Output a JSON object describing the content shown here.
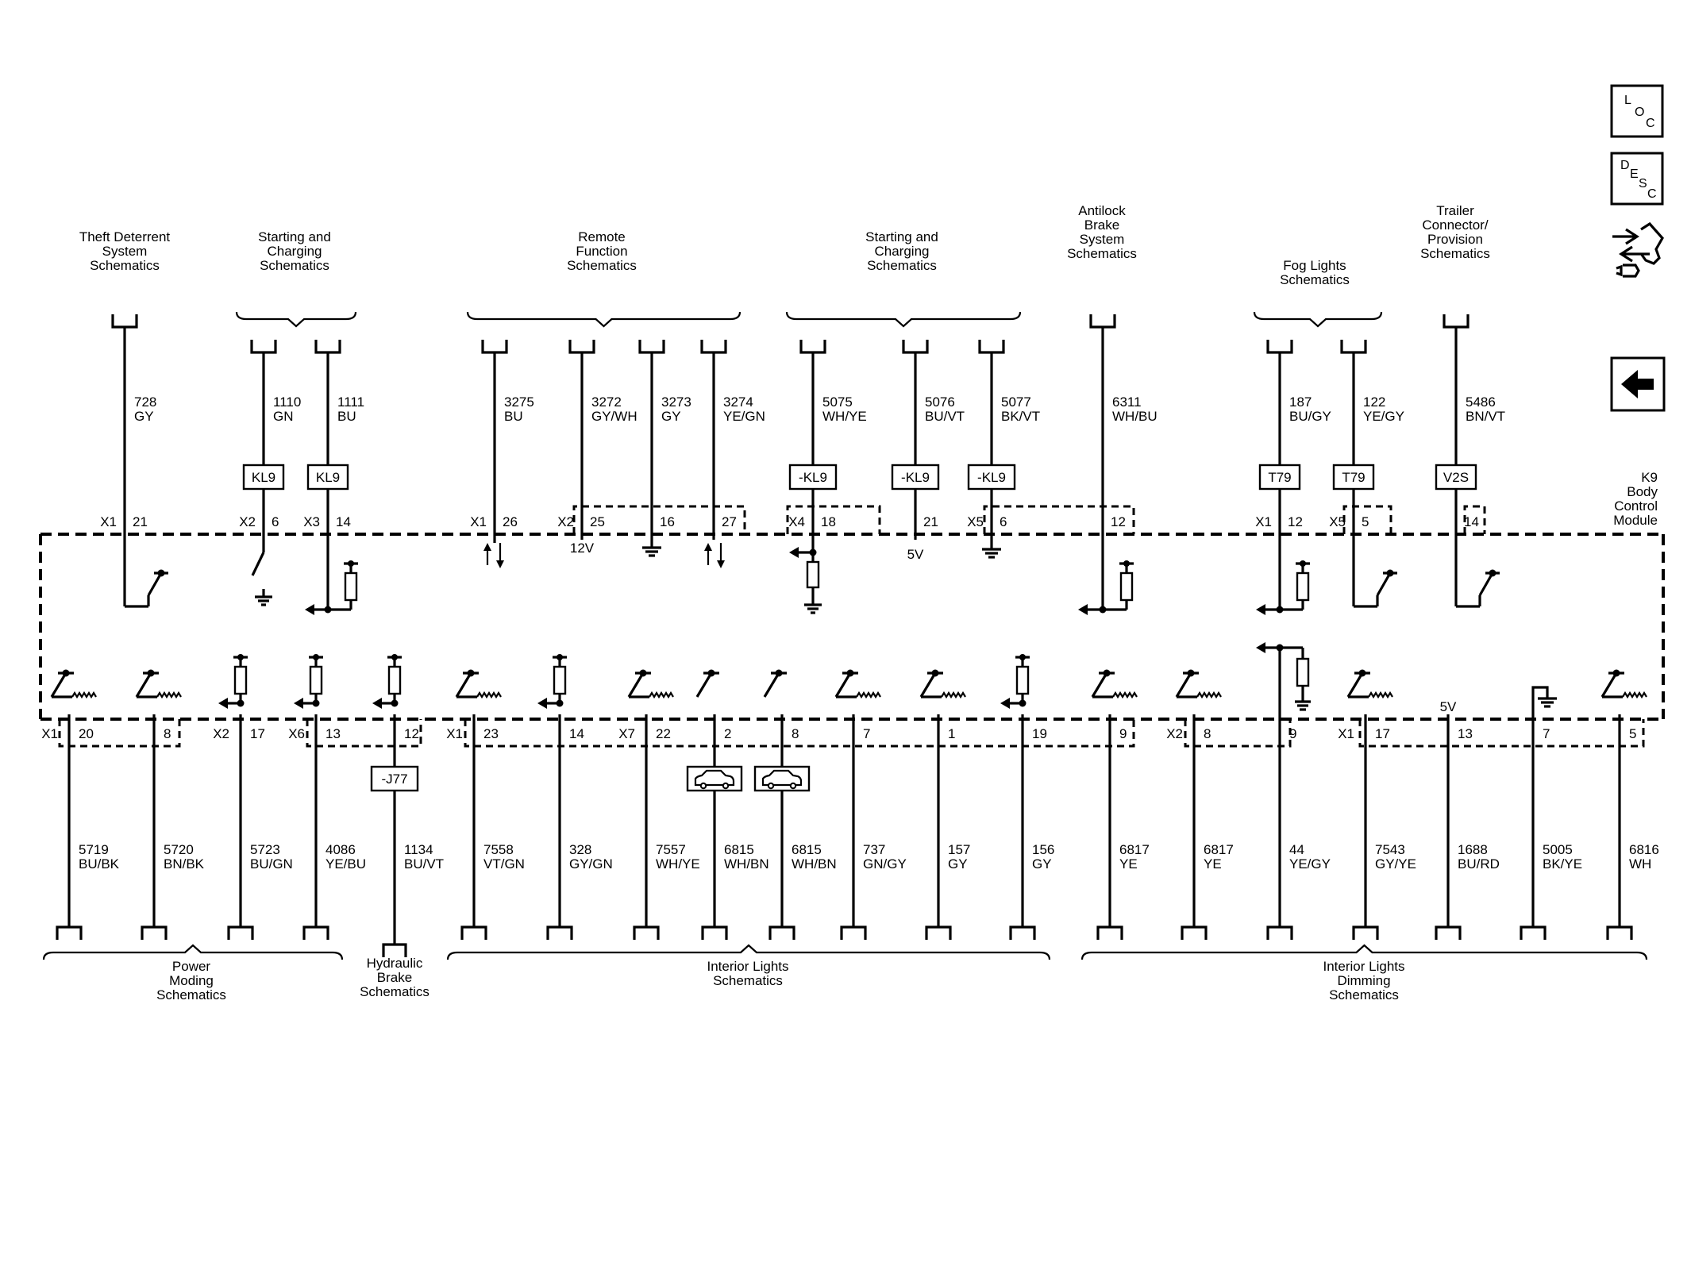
{
  "module": {
    "ref": "K9",
    "line1": "Body",
    "line2": "Control",
    "line3": "Module"
  },
  "nav": {
    "loc": [
      "L",
      "O",
      "C"
    ],
    "desc": [
      "D",
      "E",
      "S",
      "C"
    ],
    "tool_icon": "connector-tool-icon",
    "back_icon": "back-arrow-icon"
  },
  "top_groups": [
    {
      "id": "theft",
      "lines": [
        "Theft Deterrent",
        "System",
        "Schematics"
      ]
    },
    {
      "id": "starting1",
      "lines": [
        "Starting and",
        "Charging",
        "Schematics"
      ]
    },
    {
      "id": "remote",
      "lines": [
        "Remote",
        "Function",
        "Schematics"
      ]
    },
    {
      "id": "starting2",
      "lines": [
        "Starting and",
        "Charging",
        "Schematics"
      ]
    },
    {
      "id": "abs",
      "lines": [
        "Antilock",
        "Brake",
        "System",
        "Schematics"
      ]
    },
    {
      "id": "fog",
      "lines": [
        "Fog Lights",
        "Schematics"
      ]
    },
    {
      "id": "trailer",
      "lines": [
        "Trailer",
        "Connector/",
        "Provision",
        "Schematics"
      ]
    }
  ],
  "bottom_groups": [
    {
      "id": "power",
      "lines": [
        "Power",
        "Moding",
        "Schematics"
      ]
    },
    {
      "id": "hydraulic",
      "lines": [
        "Hydraulic",
        "Brake",
        "Schematics"
      ]
    },
    {
      "id": "interior",
      "lines": [
        "Interior Lights",
        "Schematics"
      ]
    },
    {
      "id": "dimming",
      "lines": [
        "Interior Lights",
        "Dimming",
        "Schematics"
      ]
    }
  ],
  "top_wires": [
    {
      "circuit": "728",
      "color": "GY",
      "connector": "X1",
      "pin": "21",
      "label": ""
    },
    {
      "circuit": "1110",
      "color": "GN",
      "connector": "X2",
      "pin": "6",
      "label": "KL9"
    },
    {
      "circuit": "1111",
      "color": "BU",
      "connector": "X3",
      "pin": "14",
      "label": "KL9"
    },
    {
      "circuit": "3275",
      "color": "BU",
      "connector": "X1",
      "pin": "26",
      "label": ""
    },
    {
      "circuit": "3272",
      "color": "GY/WH",
      "connector": "X2",
      "pin": "25",
      "label": ""
    },
    {
      "circuit": "3273",
      "color": "GY",
      "connector": "",
      "pin": "16",
      "label": ""
    },
    {
      "circuit": "3274",
      "color": "YE/GN",
      "connector": "",
      "pin": "27",
      "label": ""
    },
    {
      "circuit": "5075",
      "color": "WH/YE",
      "connector": "X4",
      "pin": "18",
      "label": "-KL9"
    },
    {
      "circuit": "5076",
      "color": "BU/VT",
      "connector": "",
      "pin": "21",
      "label": "-KL9"
    },
    {
      "circuit": "5077",
      "color": "BK/VT",
      "connector": "X5",
      "pin": "6",
      "label": "-KL9"
    },
    {
      "circuit": "6311",
      "color": "WH/BU",
      "connector": "",
      "pin": "12",
      "label": ""
    },
    {
      "circuit": "187",
      "color": "BU/GY",
      "connector": "X1",
      "pin": "12",
      "label": "T79"
    },
    {
      "circuit": "122",
      "color": "YE/GY",
      "connector": "X5",
      "pin": "5",
      "label": "T79"
    },
    {
      "circuit": "5486",
      "color": "BN/VT",
      "connector": "",
      "pin": "14",
      "label": "V2S"
    }
  ],
  "bottom_wires": [
    {
      "circuit": "5719",
      "color": "BU/BK",
      "connector": "X1",
      "pin": "20",
      "label": ""
    },
    {
      "circuit": "5720",
      "color": "BN/BK",
      "connector": "",
      "pin": "8",
      "label": ""
    },
    {
      "circuit": "5723",
      "color": "BU/GN",
      "connector": "X2",
      "pin": "17",
      "label": ""
    },
    {
      "circuit": "4086",
      "color": "YE/BU",
      "connector": "X6",
      "pin": "13",
      "label": ""
    },
    {
      "circuit": "1134",
      "color": "BU/VT",
      "connector": "",
      "pin": "12",
      "label": "-J77"
    },
    {
      "circuit": "7558",
      "color": "VT/GN",
      "connector": "X1",
      "pin": "23",
      "label": ""
    },
    {
      "circuit": "328",
      "color": "GY/GN",
      "connector": "",
      "pin": "14",
      "label": ""
    },
    {
      "circuit": "7557",
      "color": "WH/YE",
      "connector": "X7",
      "pin": "22",
      "label": ""
    },
    {
      "circuit": "6815",
      "color": "WH/BN",
      "connector": "",
      "pin": "2",
      "label": ""
    },
    {
      "circuit": "6815",
      "color": "WH/BN",
      "connector": "",
      "pin": "8",
      "label": ""
    },
    {
      "circuit": "737",
      "color": "GN/GY",
      "connector": "",
      "pin": "7",
      "label": ""
    },
    {
      "circuit": "157",
      "color": "GY",
      "connector": "",
      "pin": "1",
      "label": ""
    },
    {
      "circuit": "156",
      "color": "GY",
      "connector": "",
      "pin": "19",
      "label": ""
    },
    {
      "circuit": "6817",
      "color": "YE",
      "connector": "",
      "pin": "9",
      "label": ""
    },
    {
      "circuit": "6817",
      "color": "YE",
      "connector": "X2",
      "pin": "8",
      "label": ""
    },
    {
      "circuit": "44",
      "color": "YE/GY",
      "connector": "",
      "pin": "9",
      "label": ""
    },
    {
      "circuit": "7543",
      "color": "GY/YE",
      "connector": "X1",
      "pin": "17",
      "label": ""
    },
    {
      "circuit": "1688",
      "color": "BU/RD",
      "connector": "",
      "pin": "13",
      "label": ""
    },
    {
      "circuit": "5005",
      "color": "BK/YE",
      "connector": "",
      "pin": "7",
      "label": ""
    },
    {
      "circuit": "6816",
      "color": "WH",
      "connector": "",
      "pin": "5",
      "label": ""
    }
  ],
  "voltages": {
    "v12": "12V",
    "v5a": "5V",
    "v5b": "5V"
  }
}
